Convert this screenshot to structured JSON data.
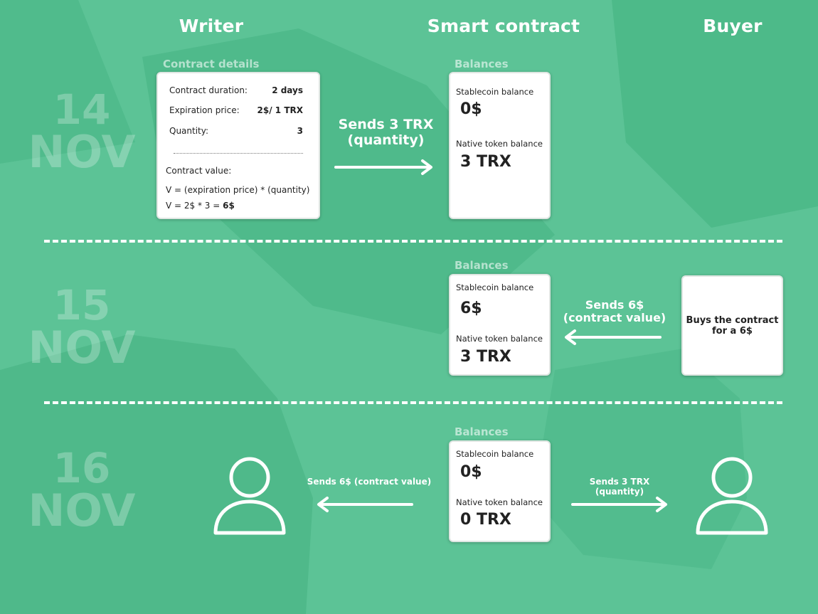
{
  "columns": {
    "writer": "Writer",
    "smart_contract": "Smart contract",
    "buyer": "Buyer"
  },
  "dates": [
    {
      "day": "14",
      "month": "NOV"
    },
    {
      "day": "15",
      "month": "NOV"
    },
    {
      "day": "16",
      "month": "NOV"
    }
  ],
  "contract_details": {
    "label": "Contract details",
    "rows": [
      {
        "key": "Contract duration:",
        "value": "2 days"
      },
      {
        "key": "Expiration price:",
        "value": "2$/ 1 TRX"
      },
      {
        "key": "Quantity:",
        "value": "3"
      }
    ],
    "contract_value_label": "Contract value:",
    "formula": "V = (expiration price) * (quantity)",
    "calc_prefix": "V = 2$ * 3 = ",
    "calc_result": "6$"
  },
  "balances_label": "Balances",
  "balance_labels": {
    "stablecoin": "Stablecoin balance",
    "native": "Native token balance"
  },
  "balances": [
    {
      "stablecoin": "0$",
      "native": "3 TRX"
    },
    {
      "stablecoin": "6$",
      "native": "3 TRX"
    },
    {
      "stablecoin": "0$",
      "native": "0 TRX"
    }
  ],
  "arrows": {
    "day1": {
      "line1": "Sends 3 TRX",
      "line2": "(quantity)"
    },
    "day2": {
      "line1": "Sends 6$",
      "line2": "(contract value)"
    },
    "day3_left": "Sends 6$ (contract value)",
    "day3_right": "Sends 3 TRX (quantity)"
  },
  "buyer_card": {
    "line1": "Buys the contract",
    "line2": "for a 6$"
  },
  "icons": [
    "person-icon-writer",
    "person-icon-buyer"
  ],
  "colors": {
    "background": "#5cc396",
    "blob": "#4bb98b",
    "white": "#ffffff"
  }
}
